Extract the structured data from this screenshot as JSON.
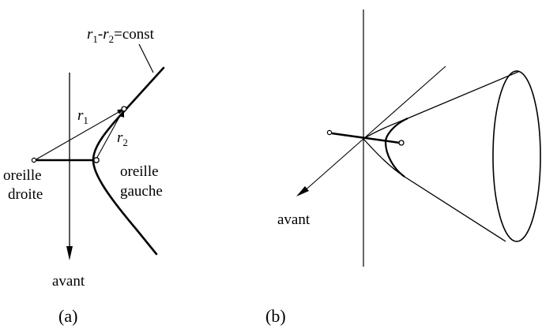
{
  "panel_a": {
    "equation": {
      "r1_var": "r",
      "r1_sub": "1",
      "minus": "-",
      "r2_var": "r",
      "r2_sub": "2",
      "rest": "=const"
    },
    "r1_label": {
      "var": "r",
      "sub": "1"
    },
    "r2_label": {
      "var": "r",
      "sub": "2"
    },
    "right_ear_line1": "oreille",
    "right_ear_line2": "droite",
    "left_ear_line1": "oreille",
    "left_ear_line2": "gauche",
    "forward": "avant",
    "caption": "(a)"
  },
  "panel_b": {
    "forward": "avant",
    "caption": "(b)"
  },
  "colors": {
    "ink": "#000000",
    "background": "#ffffff"
  }
}
